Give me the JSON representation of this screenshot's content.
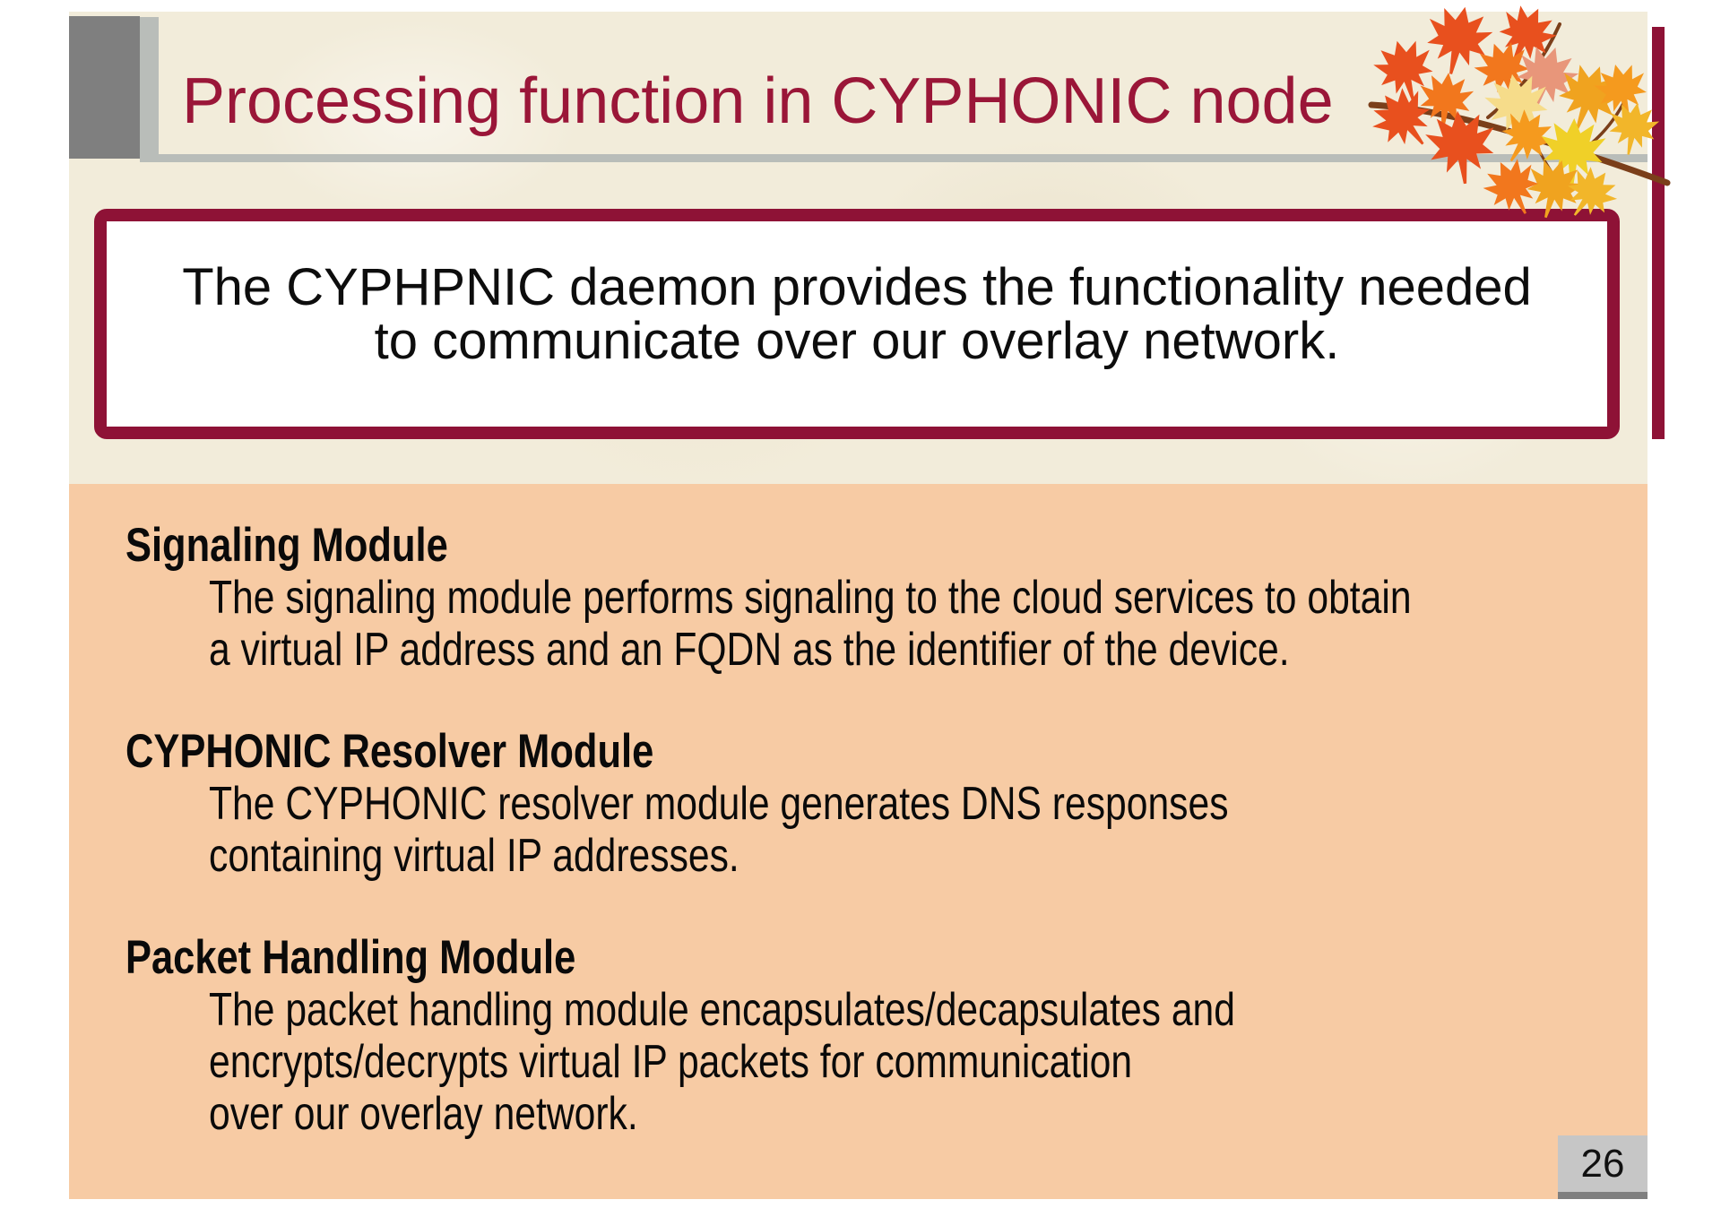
{
  "header": {
    "title": "Processing function in CYPHONIC node"
  },
  "callout": {
    "line1": "The CYPHPNIC daemon provides the functionality needed",
    "line2": "to communicate over our overlay network."
  },
  "sections": [
    {
      "heading": "Signaling Module",
      "lines": [
        "The signaling module performs signaling to the cloud services to obtain",
        "a virtual IP address and an FQDN as the identifier of the device."
      ]
    },
    {
      "heading": "CYPHONIC Resolver Module",
      "lines": [
        "The CYPHONIC resolver module generates DNS responses",
        "containing virtual IP addresses."
      ]
    },
    {
      "heading": "Packet Handling Module",
      "lines": [
        "The packet handling module encapsulates/decapsulates and",
        "encrypts/decrypts virtual IP packets for communication",
        "over our overlay network."
      ]
    }
  ],
  "footer": {
    "page_number": "26"
  },
  "colors": {
    "maroon_title": "#9a1638",
    "maroon_border": "#8e1236",
    "cream_background": "#f2ecda",
    "peach_panel": "#f7cba4",
    "gray_square": "#7f7f7f",
    "silver_bar": "#b9bdb9",
    "page_number_box": "#c6c6c6",
    "branch": "#7b3f1a",
    "leaf_colors": [
      "#e8501e",
      "#f2771d",
      "#f59a1e",
      "#e8967a",
      "#f2b62a",
      "#f0a31f",
      "#f0d028",
      "#f6dc8a"
    ]
  }
}
